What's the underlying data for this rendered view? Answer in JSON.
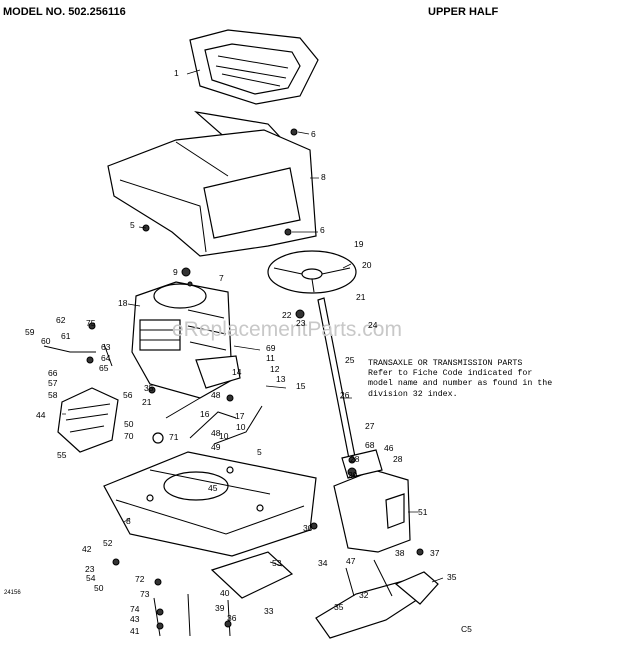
{
  "header": {
    "model": "MODEL NO. 502.256116",
    "section": "UPPER HALF"
  },
  "note": "TRANSAXLE OR TRANSMISSION PARTS\nRefer to Fiche Code indicated for\nmodel name and number as found in the\ndivision 32 index.",
  "watermark": "eReplacementParts.com",
  "footer": {
    "code": "C5",
    "ref": "24156"
  },
  "labels": [
    "1",
    "6",
    "8",
    "5",
    "6",
    "19",
    "20",
    "9",
    "7",
    "18",
    "21",
    "22",
    "23",
    "24",
    "62",
    "75",
    "59",
    "60",
    "61",
    "63",
    "64",
    "65",
    "66",
    "57",
    "58",
    "44",
    "56",
    "69",
    "11",
    "12",
    "13",
    "14",
    "15",
    "35",
    "21",
    "48",
    "16",
    "17",
    "10",
    "50",
    "48",
    "70",
    "71",
    "10",
    "49",
    "5",
    "55",
    "25",
    "26",
    "27",
    "28",
    "68",
    "28",
    "29",
    "46",
    "45",
    "8",
    "30",
    "51",
    "52",
    "42",
    "53",
    "23",
    "54",
    "50",
    "72",
    "73",
    "74",
    "43",
    "41",
    "40",
    "39",
    "36",
    "47",
    "32",
    "33",
    "38",
    "37",
    "34",
    "35",
    "35"
  ]
}
